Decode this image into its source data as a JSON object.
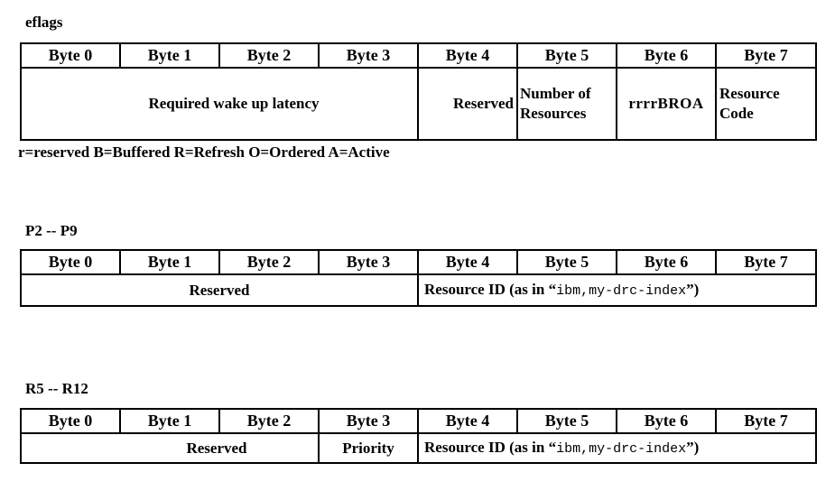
{
  "document": {
    "background": "#ffffff",
    "text_color": "#000000",
    "legend": "r=reserved B=Buffered R=Refresh O=Ordered A=Active"
  },
  "tables": [
    {
      "name": "eflags",
      "title": "eflags",
      "headers": [
        "Byte 0",
        "Byte 1",
        "Byte 2",
        "Byte 3",
        "Byte 4",
        "Byte 5",
        "Byte 6",
        "Byte 7"
      ],
      "row": [
        {
          "name": "required-wake-up-latency-cell",
          "colspan": 4,
          "text": "Required wake up latency"
        },
        {
          "name": "reserved-cell",
          "colspan": 1,
          "text": "Reserved"
        },
        {
          "name": "number-of-resources-cell",
          "colspan": 1,
          "text": "Number of Resources"
        },
        {
          "name": "flag-bits-cell",
          "colspan": 1,
          "text": "rrrrBROA"
        },
        {
          "name": "resource-code-cell",
          "colspan": 1,
          "text": "Resource Code"
        }
      ]
    },
    {
      "name": "p2-p9",
      "title": "P2 -- P9",
      "headers": [
        "Byte 0",
        "Byte 1",
        "Byte 2",
        "Byte 3",
        "Byte 4",
        "Byte 5",
        "Byte 6",
        "Byte 7"
      ],
      "row": [
        {
          "name": "reserved-cell",
          "colspan": 4,
          "text": "Reserved"
        },
        {
          "name": "resource-id-cell",
          "colspan": 4,
          "parts": [
            {
              "text": "Resource ID (as in “",
              "mono": false
            },
            {
              "text": "ibm,my-drc-index",
              "mono": true
            },
            {
              "text": "”)",
              "mono": false
            }
          ]
        }
      ]
    },
    {
      "name": "r5-r12",
      "title": "R5 -- R12",
      "headers": [
        "Byte 0",
        "Byte 1",
        "Byte 2",
        "Byte 3",
        "Byte 4",
        "Byte 5",
        "Byte 6",
        "Byte 7"
      ],
      "row": [
        {
          "name": "reserved-cell",
          "colspan": 3,
          "text": "Reserved"
        },
        {
          "name": "priority-cell",
          "colspan": 1,
          "text": "Priority"
        },
        {
          "name": "resource-id-cell",
          "colspan": 4,
          "parts": [
            {
              "text": "Resource ID (as in “",
              "mono": false
            },
            {
              "text": "ibm,my-drc-index",
              "mono": true
            },
            {
              "text": "”)",
              "mono": false
            }
          ]
        }
      ]
    }
  ]
}
